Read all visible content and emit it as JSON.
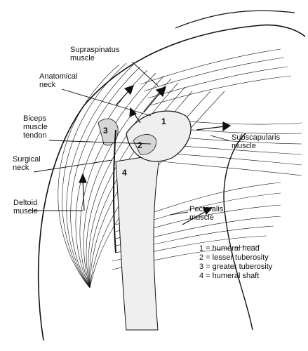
{
  "labels": {
    "supraspinatus": "Supraspinatus\nmuscle",
    "anatomical_neck": "Anatomical\nneck",
    "biceps": "Biceps\nmuscle\ntendon",
    "surgical_neck": "Surgical\nneck",
    "deltoid": "Deltoid\nmuscle",
    "subscapularis": "Subscapularis\nmuscle",
    "pectoralis": "Pectoralis\nmuscle"
  },
  "numbers": {
    "n1": "1",
    "n2": "2",
    "n3": "3",
    "n4": "4"
  },
  "key": [
    "1 = humeral head",
    "2 = lesser tuberosity",
    "3 = greater tuberosity",
    "4 = humeral shaft"
  ],
  "colors": {
    "ink": "#111111",
    "shade": "#d6d6d6",
    "bone": "#efefef"
  }
}
